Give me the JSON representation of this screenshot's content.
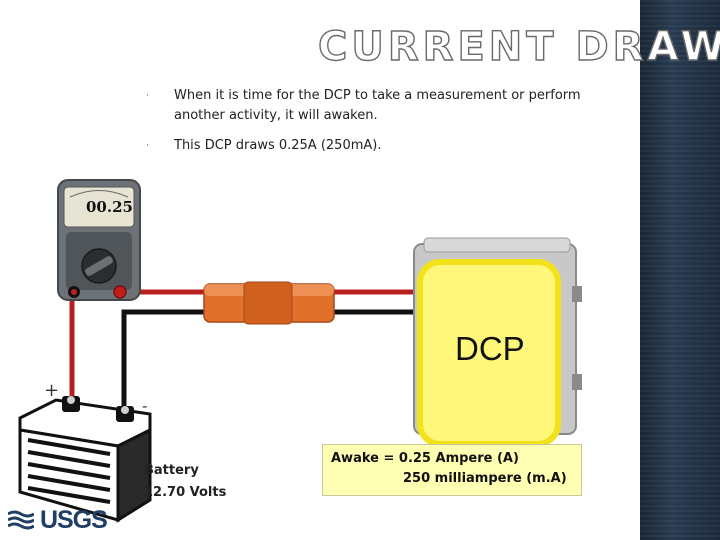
{
  "slide": {
    "title": "CURRENT DRAW",
    "bullets": [
      "When it is time for the DCP to take a measurement or perform another activity, it will awaken.",
      "This DCP draws 0.25A (250mA)."
    ],
    "bullet_marker": "·"
  },
  "diagram": {
    "meter_reading": "00.25",
    "dcp_label": "DCP",
    "battery": {
      "name": "Battery",
      "voltage": "12.70 Volts",
      "positive_symbol": "+",
      "negative_symbol": "-"
    },
    "callout": {
      "line1": "Awake =  0.25 Ampere (A)",
      "line2": "250 milliampere (m.A)"
    },
    "colors": {
      "positive_wire": "#b82020",
      "negative_wire": "#111111",
      "dcp_panel": "#fff77a",
      "dcp_border": "#f2e21a",
      "callout_bg": "#ffffb3",
      "fuse": "#e0702a"
    }
  },
  "footer": {
    "logo_text": "USGS"
  }
}
